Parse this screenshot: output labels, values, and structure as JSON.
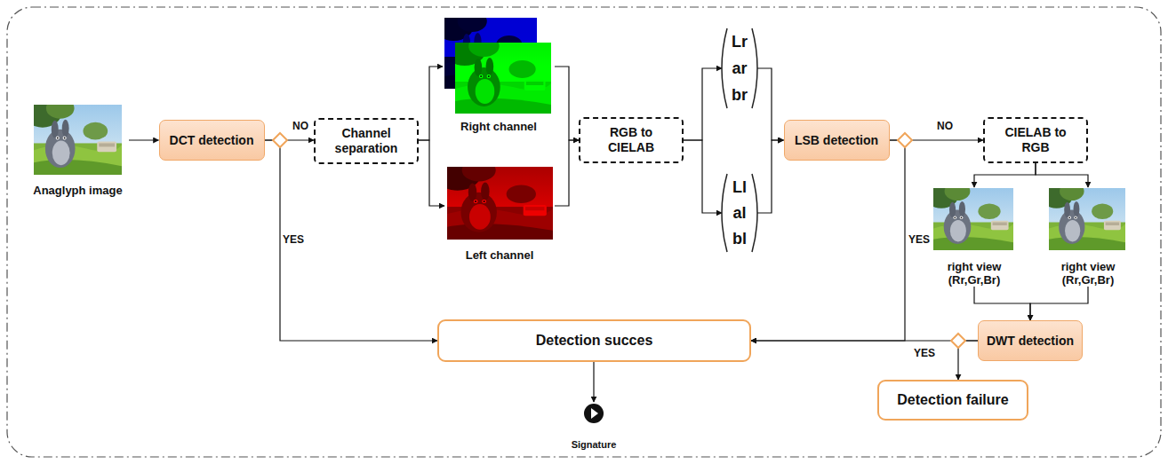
{
  "diagram": {
    "nodes": [
      {
        "text": [
          "Anaglyph image"
        ]
      },
      {
        "text": [
          "DCT detection"
        ]
      },
      {
        "text": [
          "Channel separation"
        ]
      },
      {
        "text": [
          "Right channel"
        ]
      },
      {
        "text": [
          "Left channel"
        ]
      },
      {
        "text": [
          "RGB to CIELAB"
        ]
      },
      {
        "text": [
          "Lr",
          "ar",
          "br"
        ]
      },
      {
        "text": [
          "Ll",
          "al",
          "bl"
        ]
      },
      {
        "text": [
          "LSB detection"
        ]
      },
      {
        "text": [
          "CIELAB to RGB"
        ]
      },
      {
        "text": [
          "right view",
          "(Rr,Gr,Br)"
        ]
      },
      {
        "text": [
          "right view",
          "(Rr,Gr,Br)"
        ]
      },
      {
        "text": [
          "DWT detection"
        ]
      },
      {
        "text": [
          "Detection succes"
        ]
      },
      {
        "text": [
          "Detection failure"
        ]
      },
      {
        "text": [
          "Signature"
        ]
      }
    ],
    "edges": [
      {
        "from": 0,
        "to": 1,
        "arrow": "to"
      },
      {
        "from": 1,
        "to": 2,
        "label": "NO",
        "arrow": "to"
      },
      {
        "from": 1,
        "to": 13,
        "label": "YES",
        "arrow": "to"
      },
      {
        "from": 2,
        "to": 3,
        "arrow": "to"
      },
      {
        "from": 2,
        "to": 4,
        "arrow": "to"
      },
      {
        "from": 3,
        "to": 5,
        "arrow": "to"
      },
      {
        "from": 4,
        "to": 5,
        "arrow": "to"
      },
      {
        "from": 5,
        "to": 6,
        "arrow": "to"
      },
      {
        "from": 5,
        "to": 7,
        "arrow": "to"
      },
      {
        "from": 6,
        "to": 8,
        "arrow": "to"
      },
      {
        "from": 7,
        "to": 8,
        "arrow": "to"
      },
      {
        "from": 8,
        "to": 9,
        "label": "NO",
        "arrow": "to"
      },
      {
        "from": 8,
        "to": 13,
        "label": "YES",
        "arrow": "to"
      },
      {
        "from": 9,
        "to": 10,
        "arrow": "to"
      },
      {
        "from": 9,
        "to": 11,
        "arrow": "to"
      },
      {
        "from": 10,
        "to": 12,
        "arrow": "to"
      },
      {
        "from": 11,
        "to": 12,
        "arrow": "to"
      },
      {
        "from": 12,
        "to": 13,
        "label": "YES",
        "arrow": "to"
      },
      {
        "from": 12,
        "to": 14,
        "arrow": "to"
      },
      {
        "from": 13,
        "to": 15,
        "arrow": "to"
      }
    ]
  }
}
